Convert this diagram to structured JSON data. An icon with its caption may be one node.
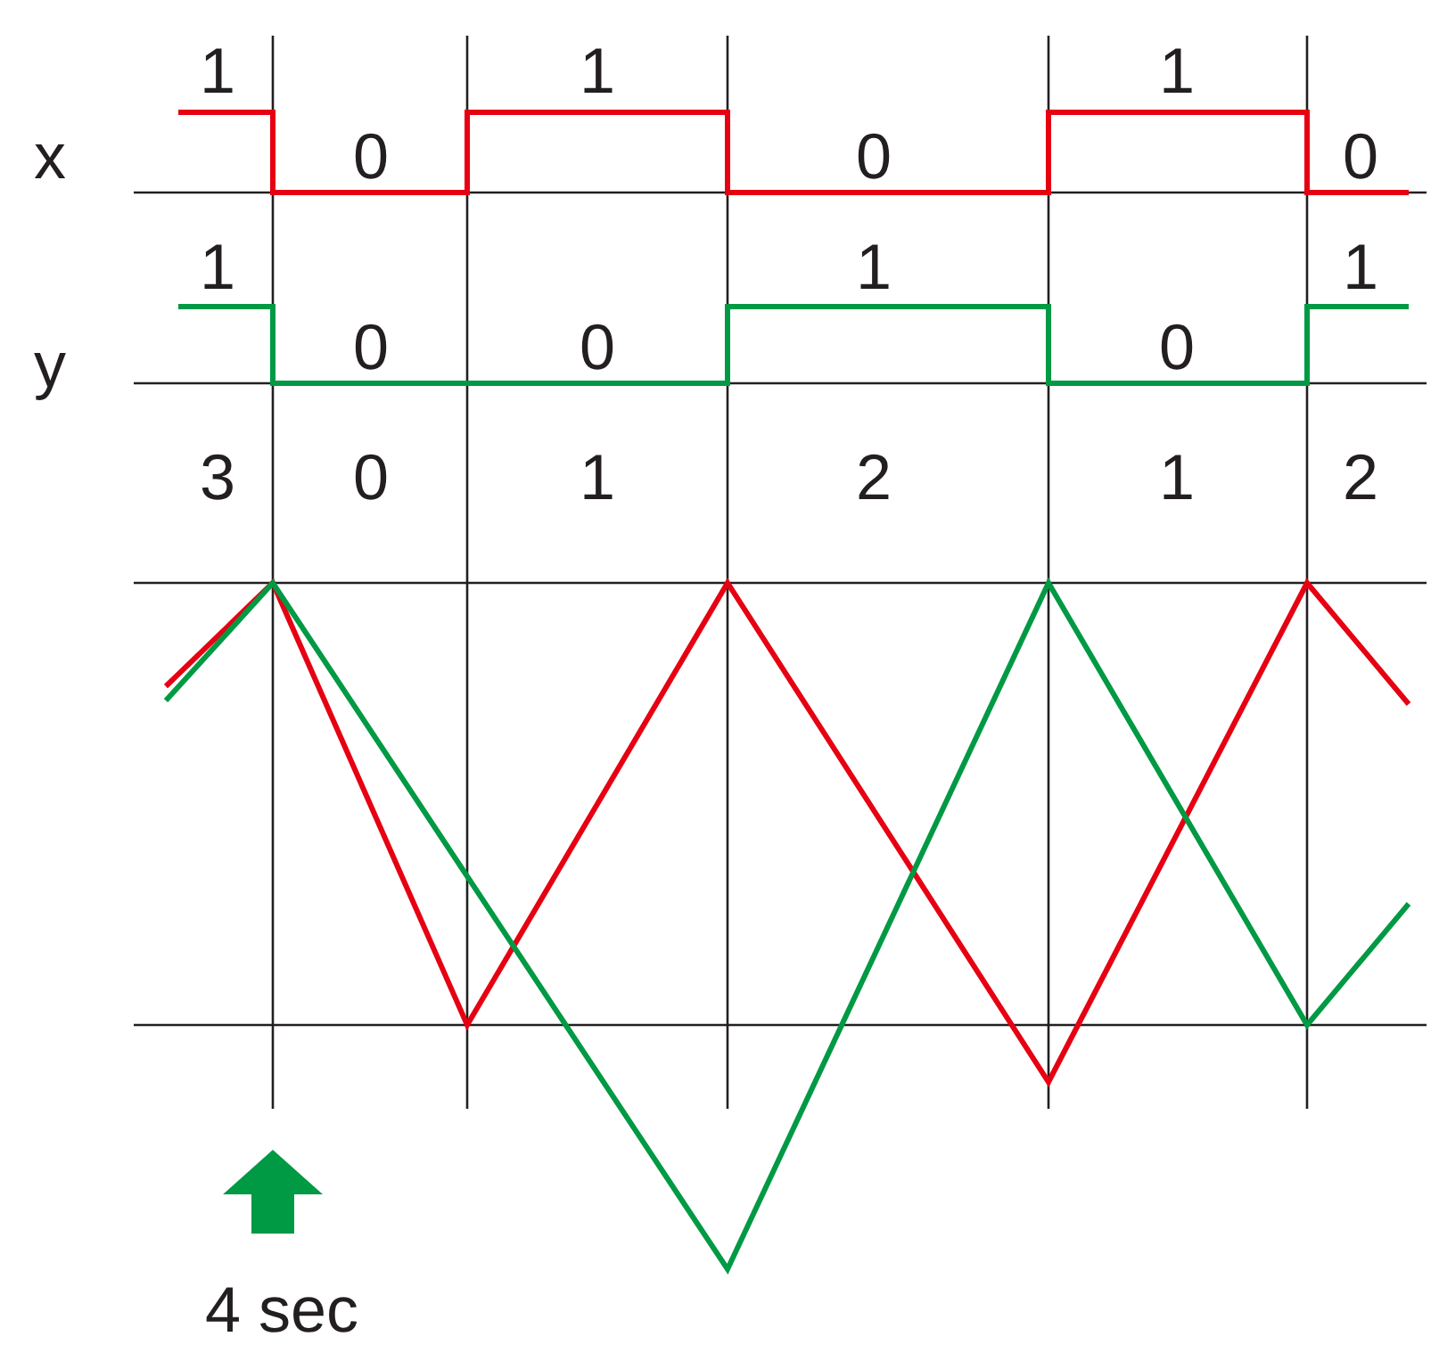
{
  "diagram": {
    "labels": [
      "1",
      "1",
      "1",
      "x",
      "0",
      "0",
      "0",
      "1",
      "1",
      "1",
      "y",
      "0",
      "0",
      "0",
      "3",
      "0",
      "1",
      "2",
      "1",
      "2",
      "4 sec"
    ]
  }
}
